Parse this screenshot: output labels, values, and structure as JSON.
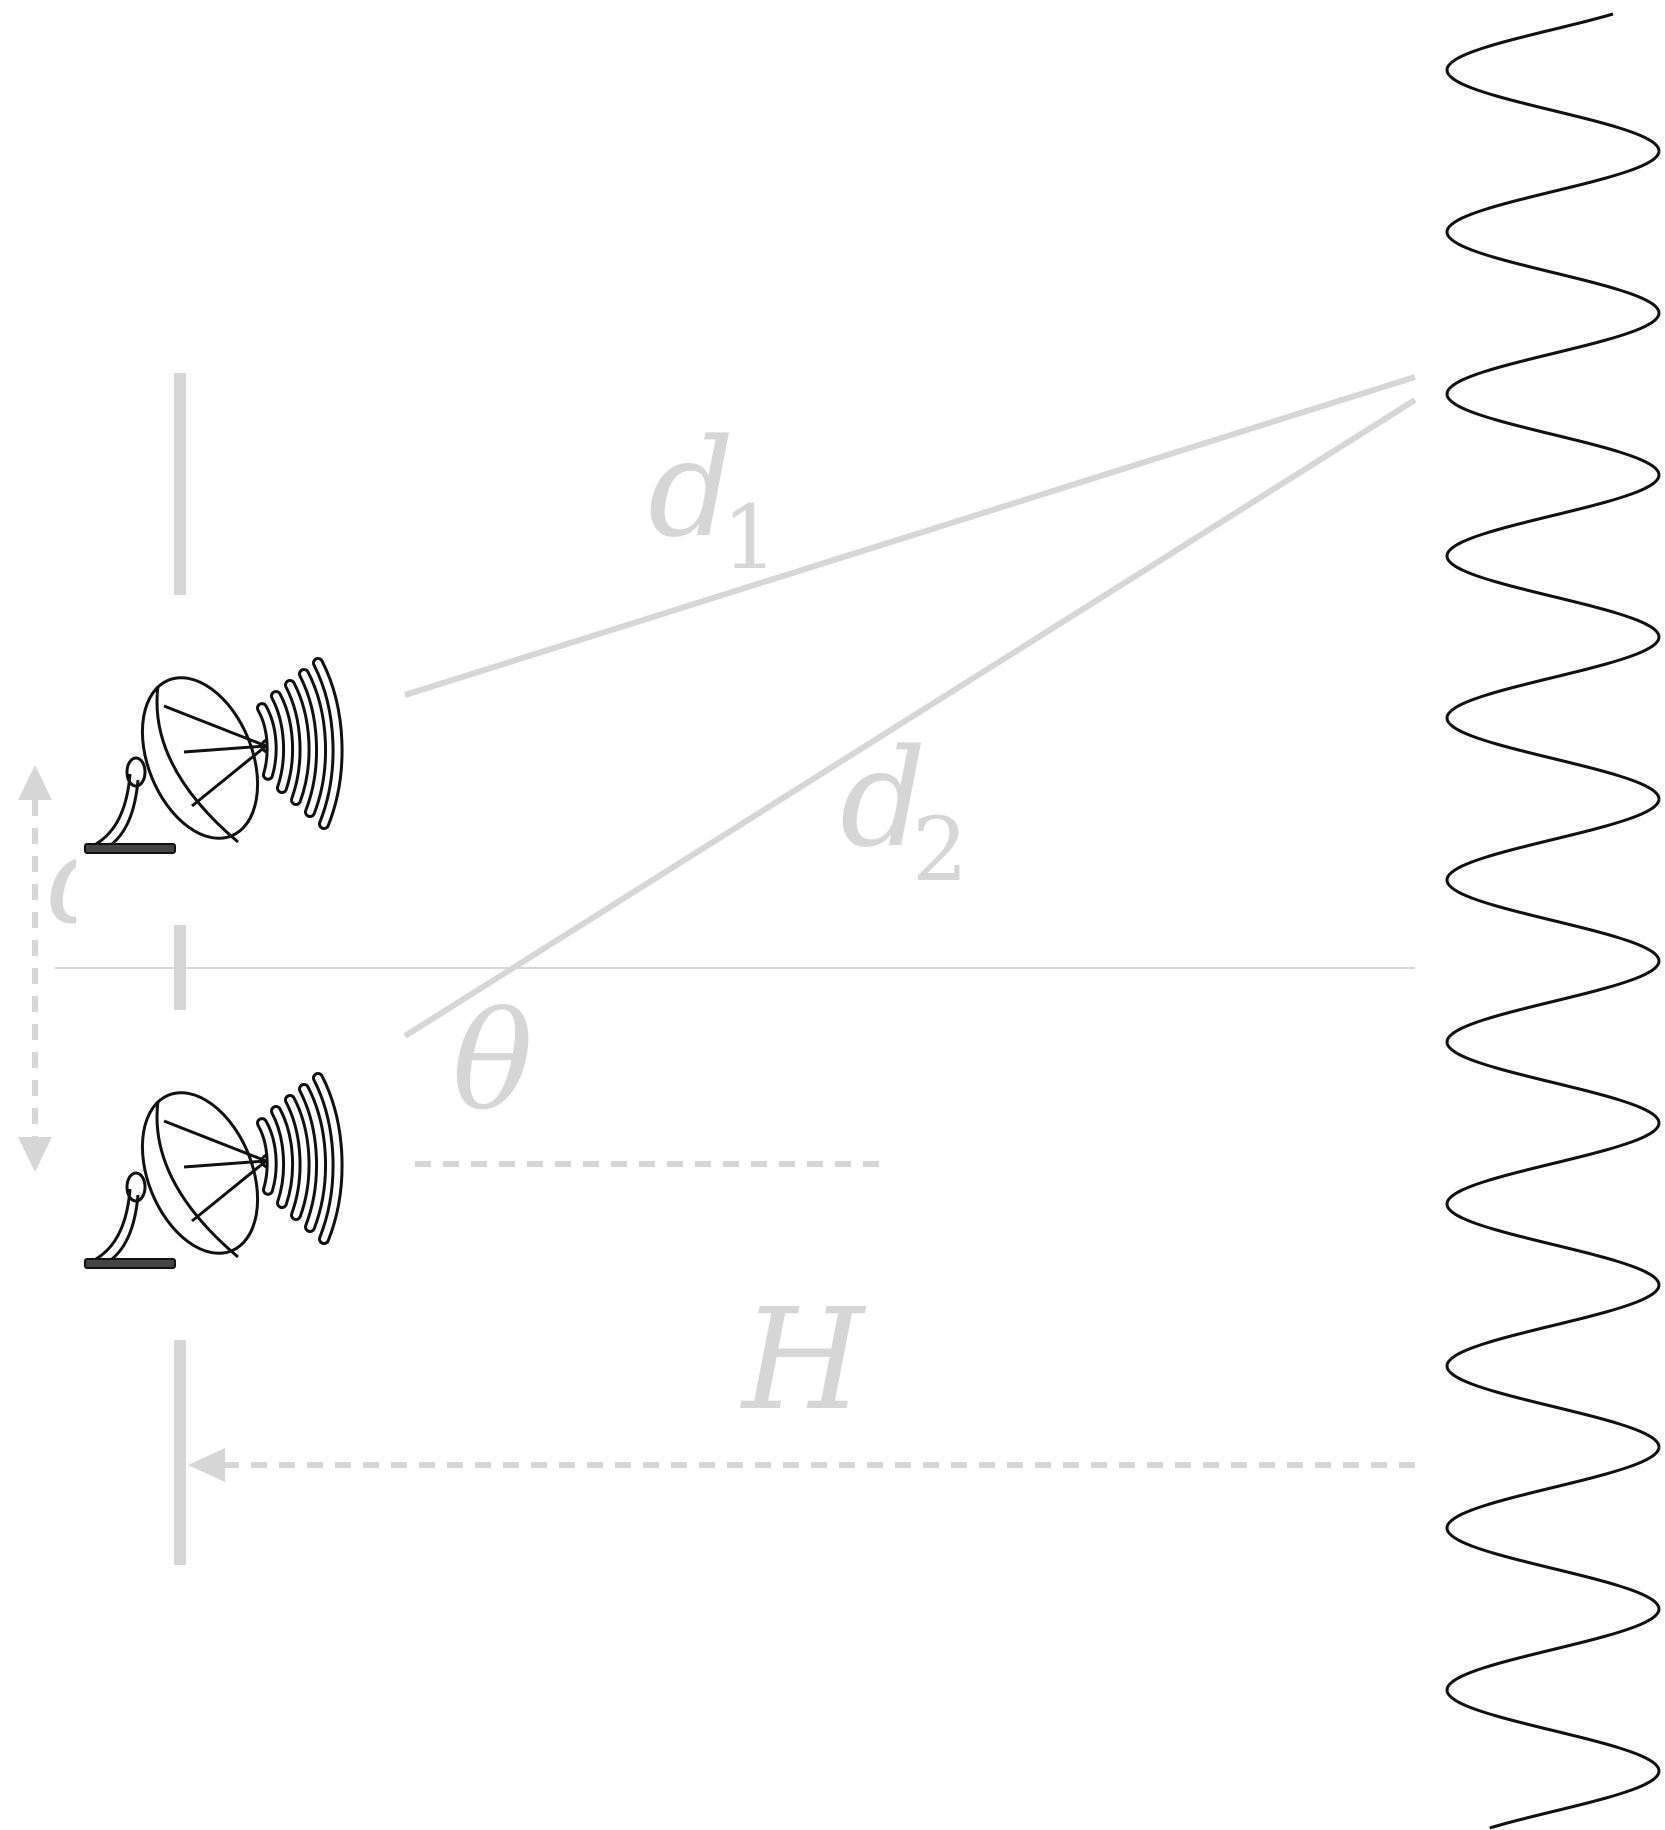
{
  "labels": {
    "d1": {
      "main": "d",
      "sub": "1"
    },
    "d2": {
      "main": "d",
      "sub": "2"
    },
    "theta": "θ",
    "H": "H",
    "d_partial": "d"
  },
  "colors": {
    "annotation": "#d6d6d6",
    "ink": "#111111",
    "background": "#ffffff"
  },
  "icons": [
    "satellite-dish-icon",
    "signal-waves-icon"
  ]
}
